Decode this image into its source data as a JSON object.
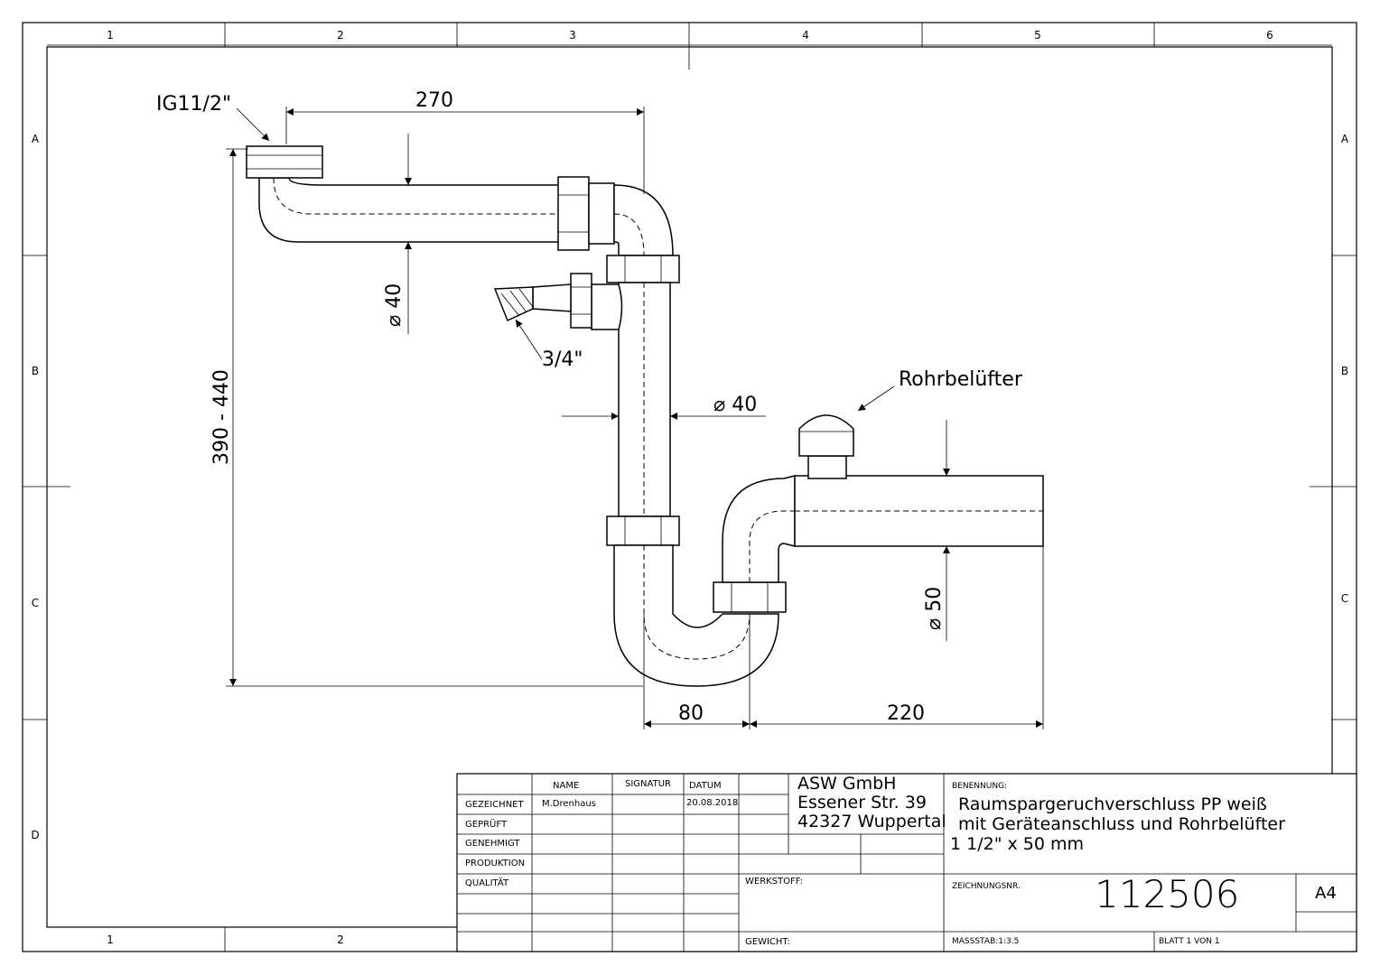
{
  "zones": {
    "columns": [
      "1",
      "2",
      "3",
      "4",
      "5",
      "6"
    ],
    "rows": [
      "A",
      "B",
      "C",
      "D"
    ],
    "bottom_columns": [
      "1",
      "2"
    ]
  },
  "dimensions": {
    "thread_top": "IG11/2\"",
    "length_top": "270",
    "dia_top": "⌀ 40",
    "connector": "3/4\"",
    "dia_middle": "⌀ 40",
    "vent": "Rohrbelüfter",
    "height": "390 - 440",
    "dia_outlet": "⌀ 50",
    "offset": "80",
    "outlet_length": "220"
  },
  "title_block": {
    "headers": {
      "name": "NAME",
      "signatur": "SIGNATUR",
      "datum": "DATUM"
    },
    "rows": [
      "GEZEICHNET",
      "GEPRÜFT",
      "GENEHMIGT",
      "PRODUKTION",
      "QUALITÄT"
    ],
    "drawn_by": "M.Drenhaus",
    "drawn_date": "20.08.2018",
    "company": [
      "ASW GmbH",
      "Essener Str. 39",
      "42327 Wuppertal"
    ],
    "benennung_label": "BENENNUNG:",
    "title_lines": [
      "Raumspargeruchverschluss PP weiß",
      "mit Geräteanschluss und Rohrbelüfter",
      "1 1/2\" x 50 mm"
    ],
    "werkstoff_label": "WERKSTOFF:",
    "gewicht_label": "GEWICHT:",
    "zeichnungsnr_label": "ZEICHNUNGSNR.",
    "drawing_number": "112506",
    "format": "A4",
    "scale": "MASSSTAB:1:3.5",
    "sheet": "BLATT 1 VON 1"
  }
}
